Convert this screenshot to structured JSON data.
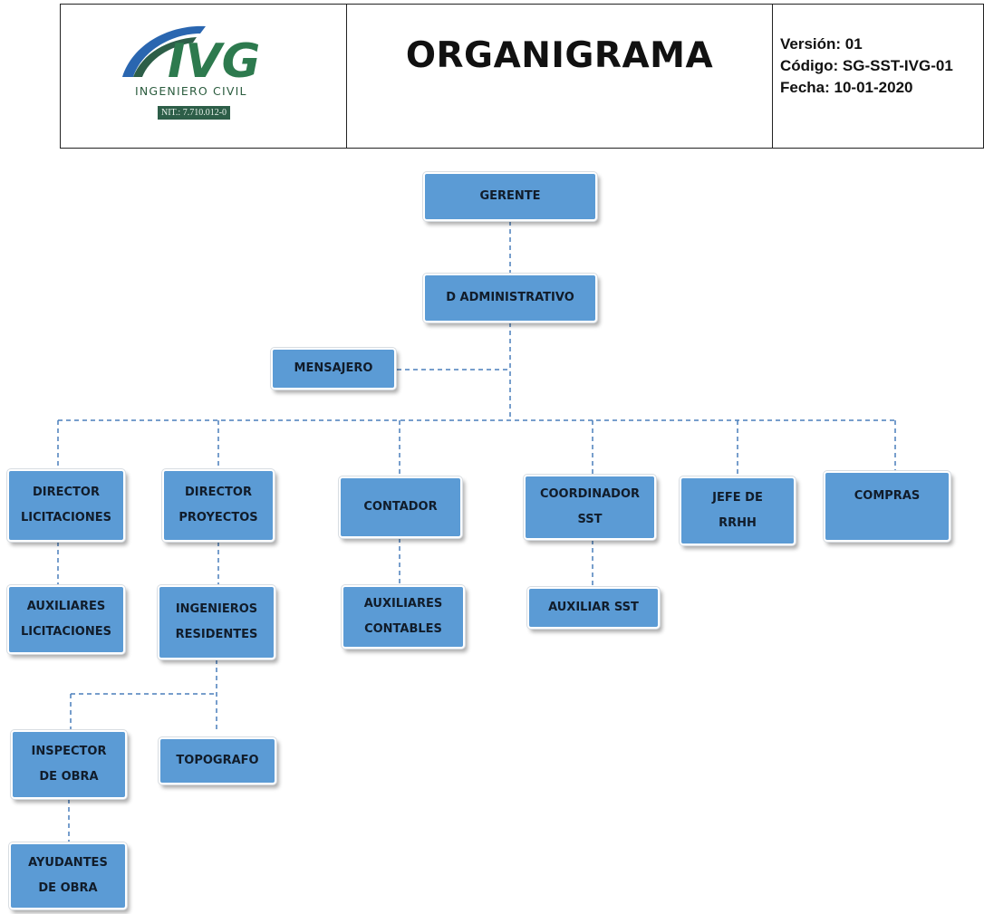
{
  "header": {
    "logo": {
      "wordmark": "IVG",
      "subtitle": "INGENIERO CIVIL",
      "nit": "NIT.: 7.710.012-0"
    },
    "title": "ORGANIGRAMA",
    "version": "Versión: 01",
    "code": "Código: SG-SST-IVG-01",
    "date": "Fecha: 10-01-2020"
  },
  "colors": {
    "box_fill": "#5b9bd5",
    "connector": "#4a7ebb",
    "logo_green": "#2d5e48",
    "logo_blue": "#2a66b0"
  },
  "org": {
    "gerente": "GERENTE",
    "d_administrativo": "D ADMINISTRATIVO",
    "mensajero": "MENSAJERO",
    "director_licitaciones": "DIRECTOR\nLICITACIONES",
    "director_proyectos": "DIRECTOR\nPROYECTOS",
    "contador": "CONTADOR",
    "coordinador_sst": "COORDINADOR\nSST",
    "jefe_rrhh": "JEFE DE\nRRHH",
    "compras": "COMPRAS",
    "auxiliares_licitaciones": "AUXILIARES\nLICITACIONES",
    "ingenieros_residentes": "INGENIEROS\nRESIDENTES",
    "auxiliares_contables": "AUXILIARES\nCONTABLES",
    "auxiliar_sst": "AUXILIAR SST",
    "inspector_obra": "INSPECTOR\nDE OBRA",
    "topografo": "TOPOGRAFO",
    "ayudantes_obra": "AYUDANTES\nDE OBRA"
  }
}
